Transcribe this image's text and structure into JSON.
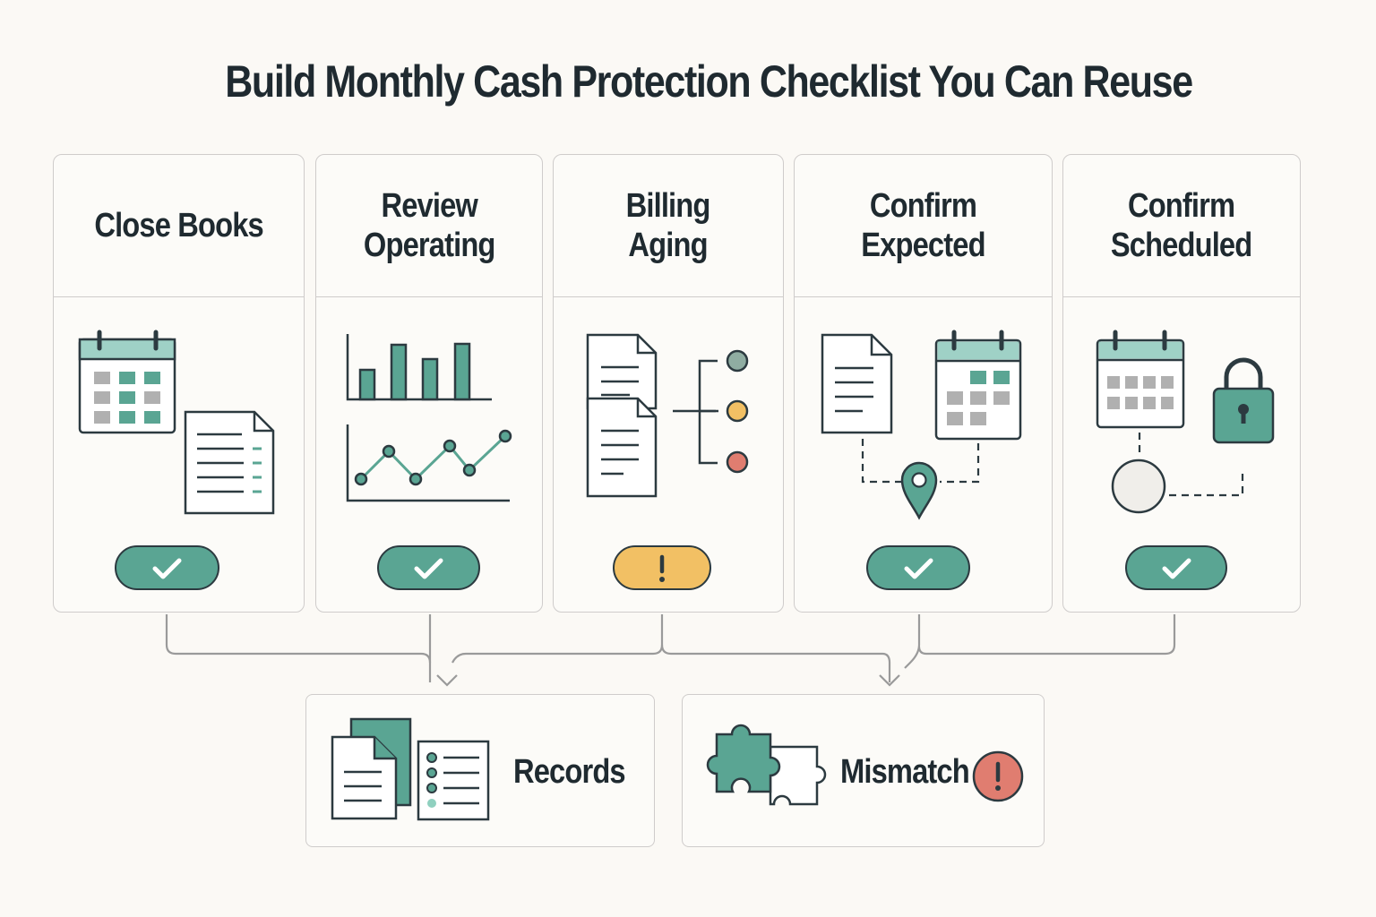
{
  "title": "Build Monthly Cash Protection Checklist You Can Reuse",
  "colors": {
    "teal": "#5aa593",
    "amber": "#f2c064",
    "red": "#e07d70",
    "ink": "#2c3a40",
    "grey": "#b3b3b3"
  },
  "steps": [
    {
      "label": "Close Books",
      "status": "done",
      "status_icon": "check-icon"
    },
    {
      "label": "Review\nOperating",
      "status": "done",
      "status_icon": "check-icon"
    },
    {
      "label": "Billing\nAging",
      "status": "warning",
      "status_icon": "exclamation-icon"
    },
    {
      "label": "Confirm\nExpected",
      "status": "done",
      "status_icon": "check-icon"
    },
    {
      "label": "Confirm\nScheduled",
      "status": "done",
      "status_icon": "check-icon"
    }
  ],
  "outcomes": [
    {
      "label": "Records",
      "icon": "documents-list-icon"
    },
    {
      "label": "Mismatch",
      "icon": "puzzle-icon",
      "alert_icon": "exclamation-icon"
    }
  ]
}
